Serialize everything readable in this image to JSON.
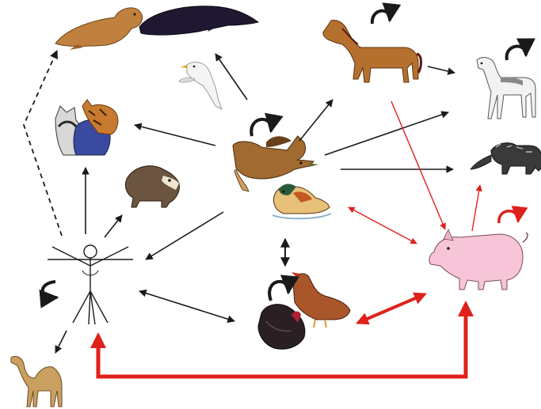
{
  "diagram": {
    "kind": "animal transmission network",
    "nodes": [
      {
        "id": "seal",
        "label": "seal",
        "icon": "seal-icon"
      },
      {
        "id": "whale",
        "label": "whale",
        "icon": "whale-icon"
      },
      {
        "id": "gull",
        "label": "gull",
        "icon": "gull-icon"
      },
      {
        "id": "horse",
        "label": "horse",
        "icon": "horse-icon"
      },
      {
        "id": "dog",
        "label": "dog",
        "icon": "greyhound-icon"
      },
      {
        "id": "cats",
        "label": "cats",
        "icon": "cats-icon"
      },
      {
        "id": "ferret",
        "label": "ferret",
        "icon": "ferret-icon"
      },
      {
        "id": "duck",
        "label": "duck",
        "icon": "duck-icon"
      },
      {
        "id": "mandarin",
        "label": "mandarin duck",
        "icon": "mandarin-duck-icon"
      },
      {
        "id": "civet",
        "label": "civet",
        "icon": "civet-icon"
      },
      {
        "id": "human",
        "label": "human",
        "icon": "human-icon"
      },
      {
        "id": "chicken",
        "label": "chicken",
        "icon": "chicken-icon"
      },
      {
        "id": "turkey",
        "label": "turkey",
        "icon": "turkey-icon"
      },
      {
        "id": "pig",
        "label": "pig",
        "icon": "pig-icon"
      },
      {
        "id": "camel",
        "label": "camel",
        "icon": "camel-icon"
      }
    ],
    "edges": [
      {
        "from": "duck",
        "to": "gull",
        "color": "black",
        "style": "solid",
        "direction": "forward"
      },
      {
        "from": "duck",
        "to": "cats",
        "color": "black",
        "style": "solid",
        "direction": "forward"
      },
      {
        "from": "duck",
        "to": "horse",
        "color": "black",
        "style": "solid",
        "direction": "forward"
      },
      {
        "from": "duck",
        "to": "dog",
        "color": "black",
        "style": "solid",
        "direction": "forward"
      },
      {
        "from": "duck",
        "to": "civet",
        "color": "black",
        "style": "solid",
        "direction": "forward"
      },
      {
        "from": "duck",
        "to": "human",
        "color": "black",
        "style": "solid",
        "direction": "forward"
      },
      {
        "from": "duck",
        "to": "chicken",
        "color": "black",
        "style": "solid",
        "direction": "both"
      },
      {
        "from": "duck",
        "to": "pig",
        "color": "red",
        "style": "solid",
        "direction": "both"
      },
      {
        "from": "horse",
        "to": "dog",
        "color": "black",
        "style": "solid",
        "direction": "forward"
      },
      {
        "from": "horse",
        "to": "pig",
        "color": "red",
        "style": "solid",
        "direction": "forward"
      },
      {
        "from": "pig",
        "to": "civet",
        "color": "red",
        "style": "solid",
        "direction": "forward"
      },
      {
        "from": "chicken",
        "to": "pig",
        "color": "red",
        "style": "bold",
        "direction": "both"
      },
      {
        "from": "human",
        "to": "pig",
        "color": "red",
        "style": "bold",
        "direction": "both"
      },
      {
        "from": "human",
        "to": "seal",
        "color": "black",
        "style": "dashed",
        "direction": "forward"
      },
      {
        "from": "human",
        "to": "cats",
        "color": "black",
        "style": "solid",
        "direction": "forward"
      },
      {
        "from": "human",
        "to": "ferret",
        "color": "black",
        "style": "solid",
        "direction": "forward"
      },
      {
        "from": "human",
        "to": "camel",
        "color": "black",
        "style": "solid",
        "direction": "forward"
      },
      {
        "from": "human",
        "to": "chicken",
        "color": "black",
        "style": "solid",
        "direction": "both"
      }
    ],
    "self_loops": [
      {
        "node": "horse",
        "color": "black"
      },
      {
        "node": "dog",
        "color": "black"
      },
      {
        "node": "duck",
        "color": "black"
      },
      {
        "node": "human",
        "color": "black"
      },
      {
        "node": "chicken",
        "color": "black"
      },
      {
        "node": "pig",
        "color": "red"
      }
    ],
    "colors": {
      "black_edge": "#1a1a1a",
      "red_edge": "#e0201a",
      "seal": "#c0813e",
      "whale": "#1f1830",
      "horse": "#b5702e",
      "duck": "#a06a30",
      "pig": "#f6c6d8",
      "camel": "#c9a060",
      "ferret": "#6b5540",
      "civet": "#3a3a3a",
      "turkey": "#2a2024",
      "chicken": "#a8562a"
    }
  }
}
